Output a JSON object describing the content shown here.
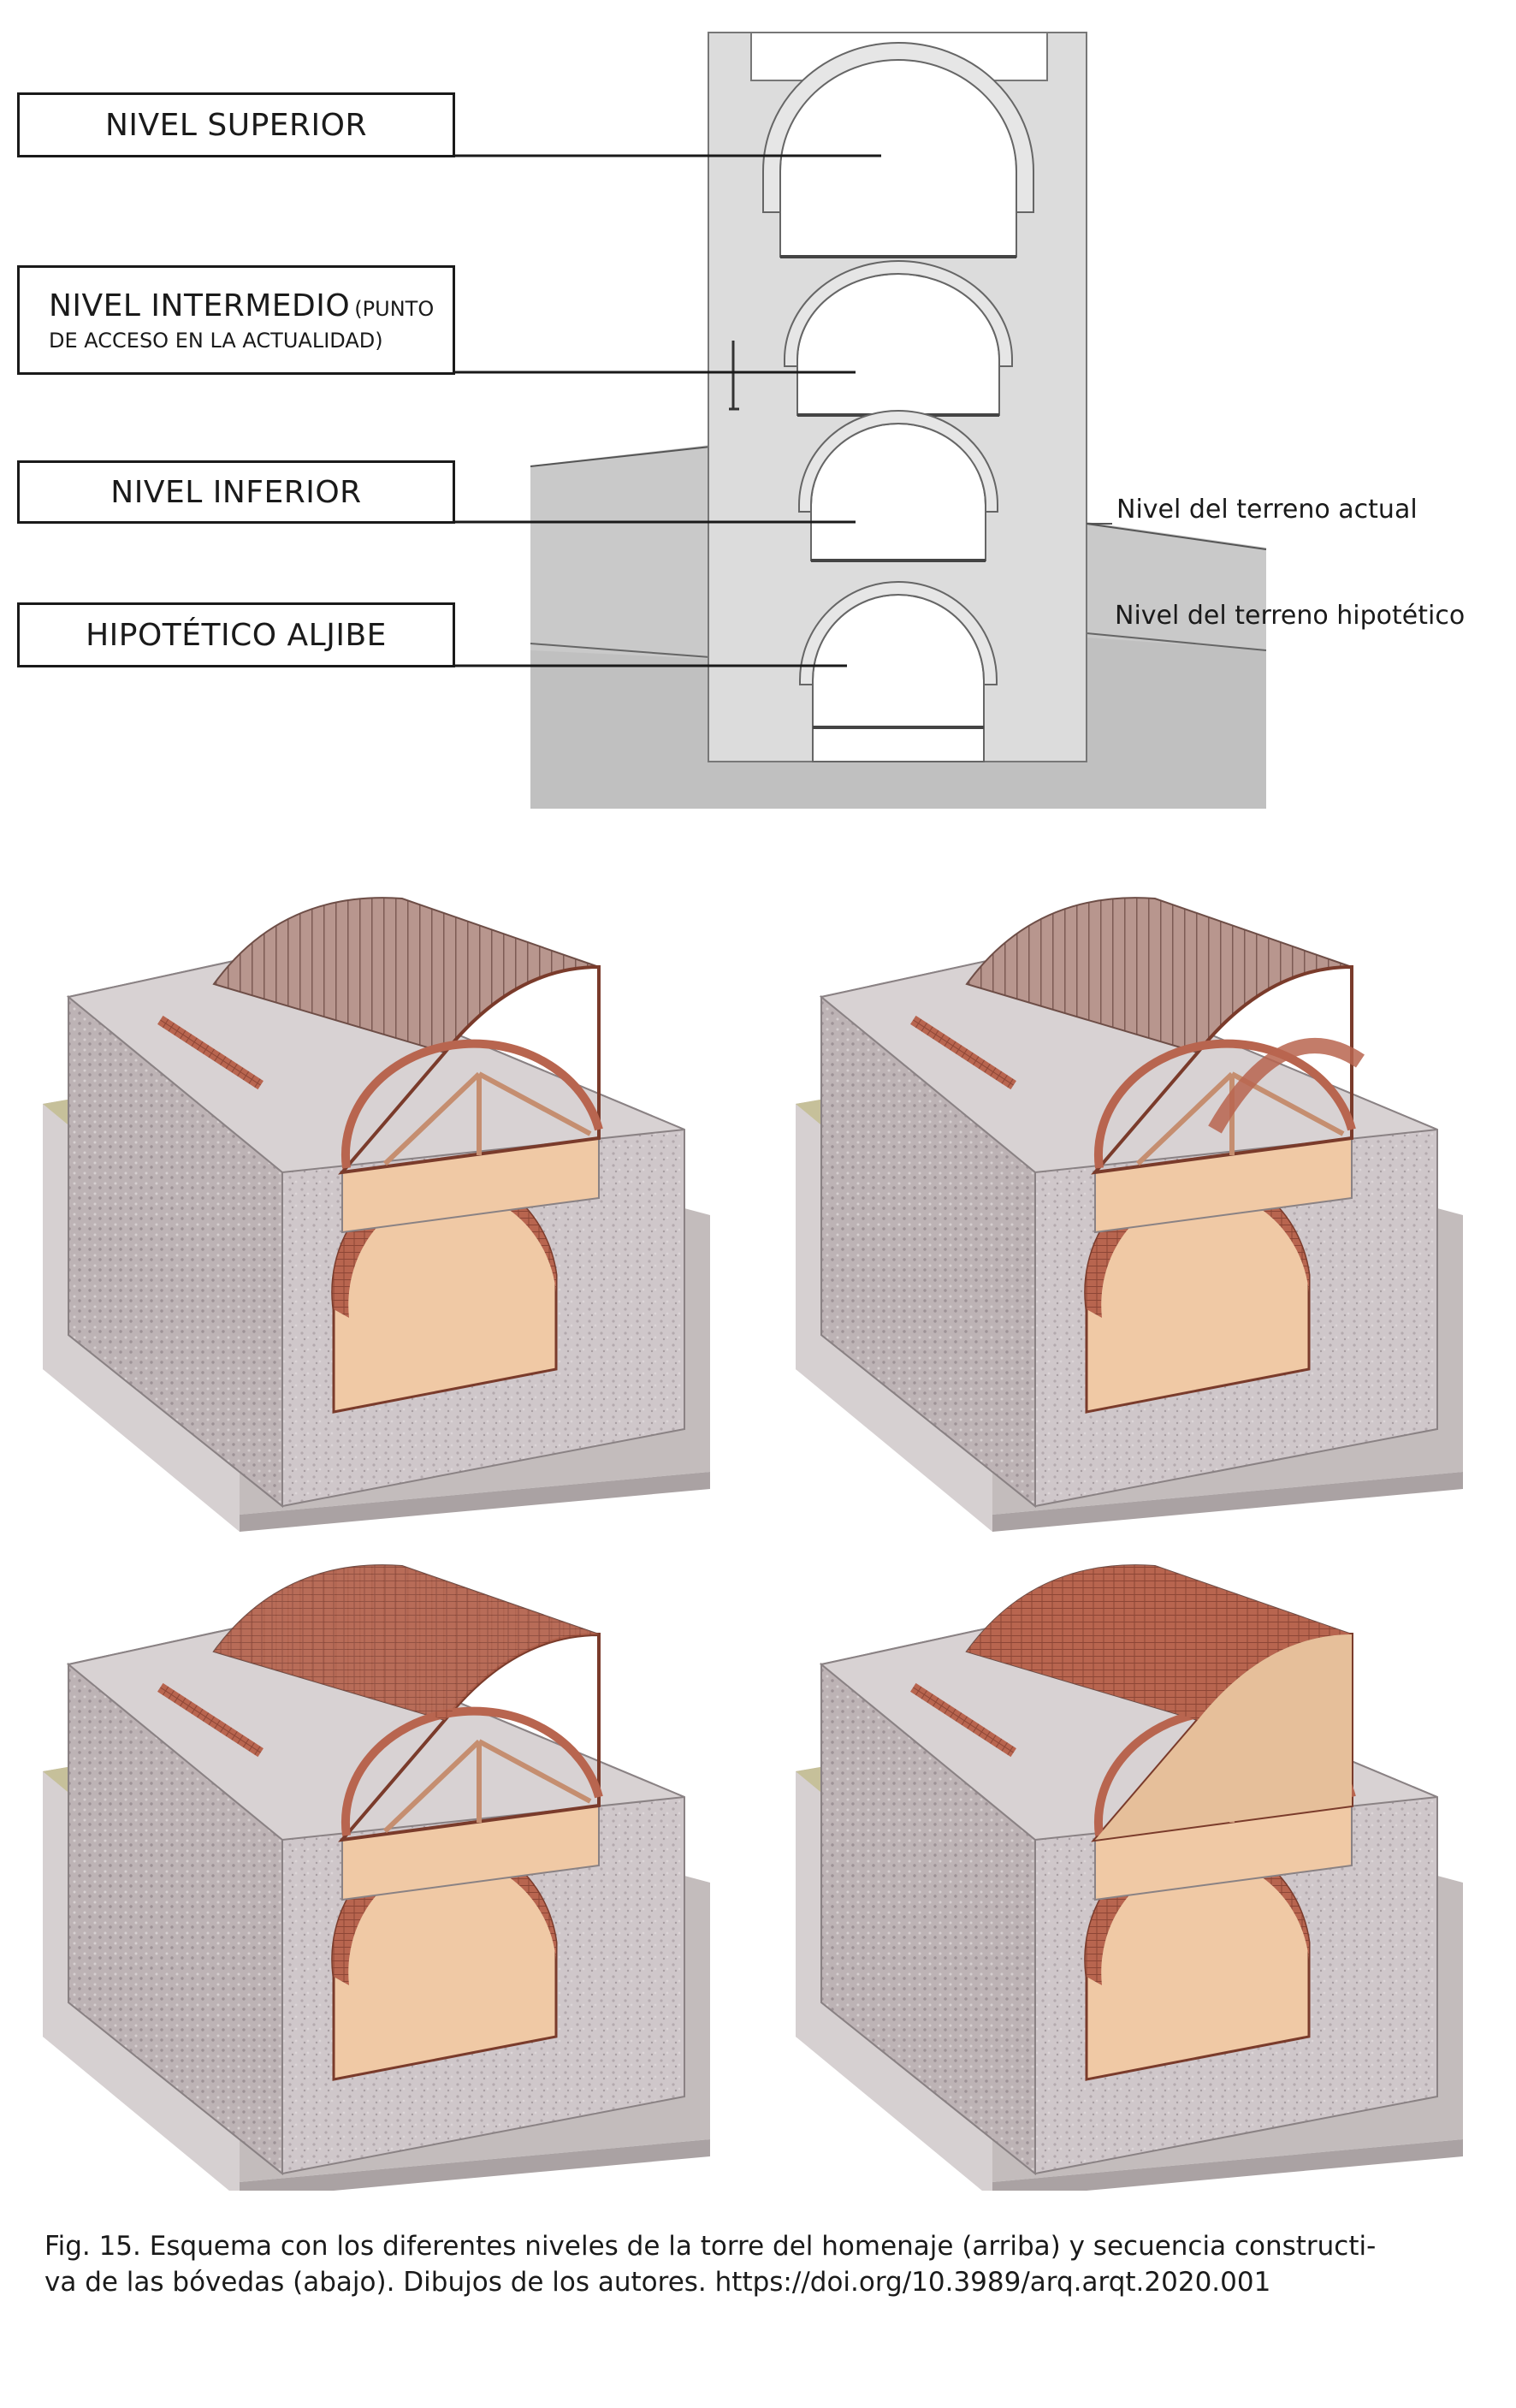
{
  "section_labels": {
    "superior": "NIVEL SUPERIOR",
    "intermedio_main": "NIVEL INTERMEDIO",
    "intermedio_note_1": "(PUNTO",
    "intermedio_note_2": "DE ACCESO EN LA ACTUALIDAD)",
    "inferior": "NIVEL INFERIOR",
    "aljibe": "HIPOTÉTICO ALJIBE"
  },
  "terrain_labels": {
    "actual": "Nivel del terreno actual",
    "hipotetico": "Nivel del terreno hipotético"
  },
  "caption": {
    "line1": "Fig. 15. Esquema con los diferentes niveles de la torre del homenaje (arriba) y secuencia constructi-",
    "line2": "va de las bóvedas (abajo). Dibujos de los autores. https://doi.org/10.3989/arq.arqt.2020.001"
  },
  "colors": {
    "wall_gray": "#d9d9d9",
    "terrain_gray": "#c8c8c8",
    "stone": "#c9c2c4",
    "brick": "#b0614a",
    "floor": "#f1c9a3",
    "grass": "#c6c09a"
  }
}
